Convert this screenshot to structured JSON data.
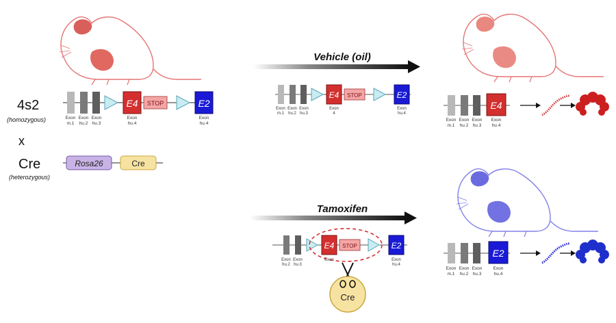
{
  "left": {
    "line1_name": "4s2",
    "line1_zygosity": "(homozygous)",
    "cross": "x",
    "line2_name": "Cre",
    "line2_zygosity": "(heterozygous)",
    "rosa_label": "Rosa26",
    "cre_label": "Cre",
    "exon_labels": [
      [
        "Exon",
        "m.1"
      ],
      [
        "Exon",
        "hu.2"
      ],
      [
        "Exon",
        "hu.3"
      ]
    ],
    "e4_label": "E4",
    "e4_caption": [
      "Exon",
      "hu.4"
    ],
    "stop_label": "STOP",
    "e2_label": "E2",
    "e2_caption": [
      "Exon",
      "hu.4"
    ]
  },
  "vehicle": {
    "arrow_label": "Vehicle (oil)",
    "exon_labels": [
      [
        "Exon",
        "m.1"
      ],
      [
        "Exon",
        "hu.2"
      ],
      [
        "Exon",
        "hu.3"
      ]
    ],
    "e4_label": "E4",
    "e4_caption": [
      "Exon",
      "4"
    ],
    "stop_label": "STOP",
    "e2_label": "E2",
    "e2_caption": [
      "Exon",
      "hu.4"
    ],
    "result_exon_labels": [
      [
        "Exon",
        "m.1"
      ],
      [
        "Exon",
        "hu.2"
      ],
      [
        "Exon",
        "hu.3"
      ]
    ],
    "result_e4_label": "E4",
    "result_e4_caption": [
      "Exon",
      "hu.4"
    ]
  },
  "tamoxifen": {
    "arrow_label": "Tamoxifen",
    "exon_labels": [
      [
        "Exon",
        "hu.2"
      ],
      [
        "Exon",
        "hu.3"
      ]
    ],
    "e4_label": "E4",
    "e4_caption": [
      "Exon"
    ],
    "stop_label": "STOP",
    "e2_label": "E2",
    "e2_caption": [
      "Exon",
      "hu.4"
    ],
    "cre_label": "Cre",
    "result_exon_labels": [
      [
        "Exon",
        "m.1"
      ],
      [
        "Exon",
        "hu.2"
      ],
      [
        "Exon",
        "hu.3"
      ]
    ],
    "result_e2_label": "E2",
    "result_e2_caption": [
      "Exon",
      "hu.4"
    ]
  },
  "colors": {
    "red": "#d32f2f",
    "red_light": "#e57373",
    "blue": "#1a1ad6",
    "blue_light": "#8080e6",
    "stop_fill": "#f4a6a6",
    "rosa_fill": "#c9b3e6",
    "cre_fill": "#f7e3a1",
    "loxp_fill": "#c8ecf2"
  }
}
